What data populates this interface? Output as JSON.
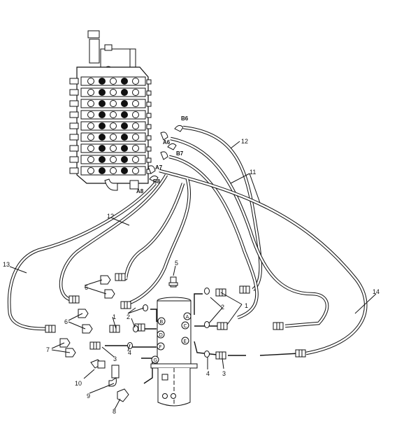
{
  "diagram": {
    "hose_labels": {
      "h11": "11",
      "h12_top": "12",
      "h12_left": "12",
      "h13": "13",
      "h14": "14"
    },
    "valve_port_labels": [
      "B6",
      "A6",
      "B7",
      "A7",
      "B8",
      "A8"
    ],
    "swivel_ports": [
      "A",
      "B",
      "C",
      "D",
      "E",
      "F",
      "G"
    ],
    "part_labels": {
      "p1_center": "1",
      "p1_right": "1",
      "p2_center": "2",
      "p2_right": "2",
      "p3_left": "3",
      "p3_right": "3",
      "p4_left": "4",
      "p4_right": "4",
      "p5": "5",
      "p6_upper": "6",
      "p6_lower": "6",
      "p7": "7",
      "p8": "8",
      "p9": "9",
      "p10": "10"
    }
  }
}
